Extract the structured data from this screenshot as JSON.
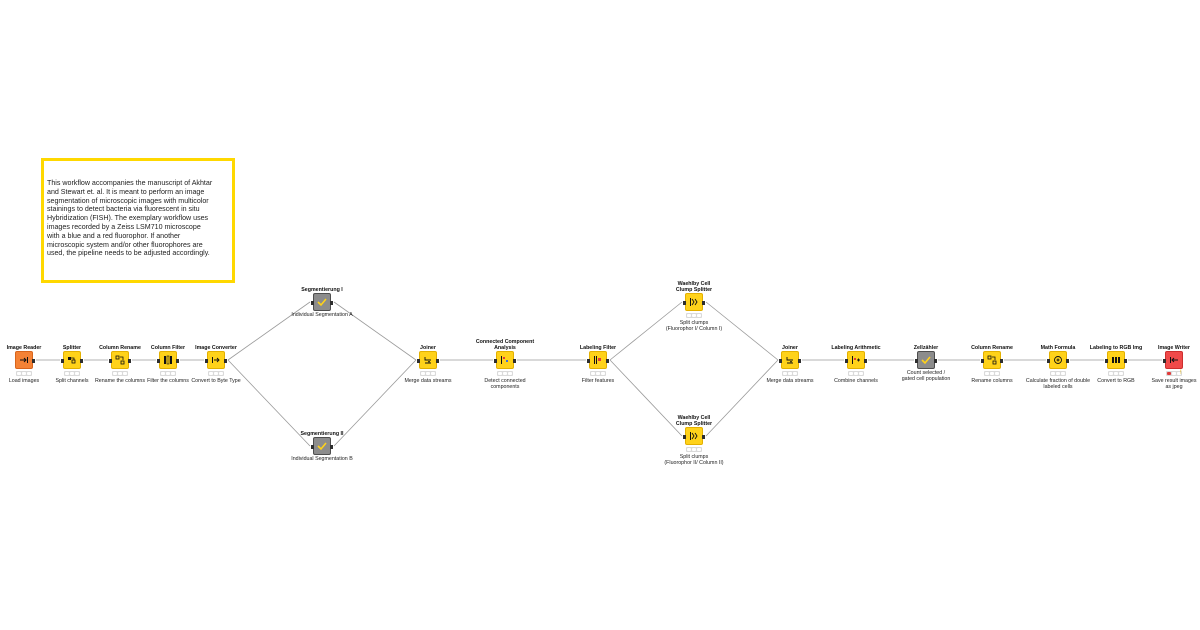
{
  "annotation": {
    "text": "This workflow accompanies the manuscript of Akhtar\nand Stewart et. al. It is meant to perform an image\nsegmentation of microscopic images with multicolor\nstainings to detect bacteria via fluorescent in situ\nHybridization (FISH). The exemplary workflow uses\nimages recorded by a Zeiss LSM710 microscope\nwith a blue and a red fluorophor. If another\nmicroscopic system and/or other fluorophores are\nused, the pipeline needs to be adjusted accordingly.",
    "border_color": "#ffd800"
  },
  "colors": {
    "manipulator": "#ffd21a",
    "source": "#f58235",
    "sink": "#f04949",
    "metanode": "#8c8c8c",
    "connection": "#9a9a9a"
  },
  "nodes": [
    {
      "id": "image-reader",
      "title": "Image Reader",
      "label": "Load images",
      "kind": "source",
      "icon": "reader-icon"
    },
    {
      "id": "splitter",
      "title": "Splitter",
      "label": "Split channels",
      "kind": "manip",
      "icon": "splitter-icon"
    },
    {
      "id": "column-rename-1",
      "title": "Column Rename",
      "label": "Rename the columns",
      "kind": "manip",
      "icon": "rename-icon"
    },
    {
      "id": "column-filter",
      "title": "Column Filter",
      "label": "Filter the columns",
      "kind": "manip",
      "icon": "filter-icon"
    },
    {
      "id": "image-converter",
      "title": "Image Converter",
      "label": "Convert to Byte Type",
      "kind": "manip",
      "icon": "converter-icon"
    },
    {
      "id": "segmentierung-1",
      "title": "Segmentierung I",
      "label": "Individual Segmentation A",
      "kind": "meta",
      "icon": "metanode-icon"
    },
    {
      "id": "segmentierung-2",
      "title": "Segmentierung II",
      "label": "Individual Segmentation B",
      "kind": "meta",
      "icon": "metanode-icon"
    },
    {
      "id": "joiner-1",
      "title": "Joiner",
      "label": "Merge data streams",
      "kind": "manip",
      "icon": "joiner-icon"
    },
    {
      "id": "connected-component",
      "title": "Connected Component\nAnalysis",
      "label": "Detect connected\ncomponents",
      "kind": "manip",
      "icon": "labeling-icon"
    },
    {
      "id": "labeling-filter",
      "title": "Labeling Filter",
      "label": "Filter features",
      "kind": "manip",
      "icon": "labeling-filter-icon"
    },
    {
      "id": "waehlby-1",
      "title": "Waehlby Cell\nClump Splitter",
      "label": "Split clumps\n(Fluorophor I/ Column  I)",
      "kind": "manip",
      "icon": "clump-splitter-icon"
    },
    {
      "id": "waehlby-2",
      "title": "Waehlby Cell\nClump Splitter",
      "label": "Split clumps\n(Fluorophor II/ Column  II)",
      "kind": "manip",
      "icon": "clump-splitter-icon"
    },
    {
      "id": "joiner-2",
      "title": "Joiner",
      "label": "Merge data streams",
      "kind": "manip",
      "icon": "joiner-icon"
    },
    {
      "id": "labeling-arithmetic",
      "title": "Labeling Arithmetic",
      "label": "Combine channels",
      "kind": "manip",
      "icon": "labeling-arithmetic-icon"
    },
    {
      "id": "zellzaehler",
      "title": "Zellzähler",
      "label": "Count selected /\ngated cell population",
      "kind": "meta",
      "icon": "metanode-icon"
    },
    {
      "id": "column-rename-2",
      "title": "Column Rename",
      "label": "Rename columns",
      "kind": "manip",
      "icon": "rename-icon"
    },
    {
      "id": "math-formula",
      "title": "Math Formula",
      "label": "Calculate fraction of double\nlabeled cells",
      "kind": "manip",
      "icon": "math-formula-icon"
    },
    {
      "id": "labeling-to-rgb",
      "title": "Labeling to RGB Img",
      "label": "Convert to RGB",
      "kind": "manip",
      "icon": "rgb-icon"
    },
    {
      "id": "image-writer",
      "title": "Image Writer",
      "label": "Save result images\nas jpeg",
      "kind": "sink",
      "icon": "writer-icon",
      "status": "warning"
    }
  ],
  "connections": [
    [
      "image-reader",
      "splitter"
    ],
    [
      "splitter",
      "column-rename-1"
    ],
    [
      "column-rename-1",
      "column-filter"
    ],
    [
      "column-filter",
      "image-converter"
    ],
    [
      "image-converter",
      "segmentierung-1"
    ],
    [
      "image-converter",
      "segmentierung-2"
    ],
    [
      "segmentierung-1",
      "joiner-1"
    ],
    [
      "segmentierung-2",
      "joiner-1"
    ],
    [
      "joiner-1",
      "connected-component"
    ],
    [
      "connected-component",
      "labeling-filter"
    ],
    [
      "labeling-filter",
      "waehlby-1"
    ],
    [
      "labeling-filter",
      "waehlby-2"
    ],
    [
      "waehlby-1",
      "joiner-2"
    ],
    [
      "waehlby-2",
      "joiner-2"
    ],
    [
      "joiner-2",
      "labeling-arithmetic"
    ],
    [
      "labeling-arithmetic",
      "zellzaehler"
    ],
    [
      "zellzaehler",
      "column-rename-2"
    ],
    [
      "column-rename-2",
      "math-formula"
    ],
    [
      "math-formula",
      "labeling-to-rgb"
    ],
    [
      "labeling-to-rgb",
      "image-writer"
    ]
  ]
}
